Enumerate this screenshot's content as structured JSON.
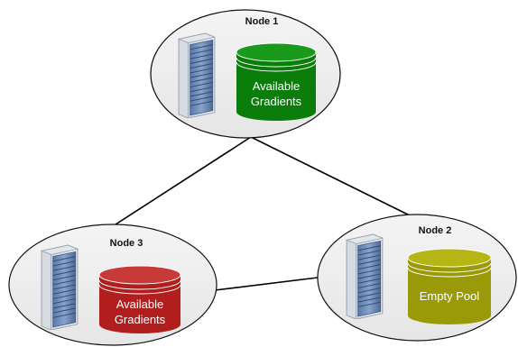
{
  "nodes": [
    {
      "id": "node1",
      "title": "Node 1",
      "pool_lines": [
        "Available",
        "Gradients"
      ],
      "pool_color": "#0b7d0b",
      "pool_rim_color": "#1a9a1a",
      "server_icon": "server-rack-icon"
    },
    {
      "id": "node2",
      "title": "Node 2",
      "pool_lines": [
        "Empty Pool"
      ],
      "pool_color": "#9a9a08",
      "pool_rim_color": "#b5b515",
      "server_icon": "server-rack-icon"
    },
    {
      "id": "node3",
      "title": "Node 3",
      "pool_lines": [
        "Available",
        "Gradients"
      ],
      "pool_color": "#b01e1e",
      "pool_rim_color": "#c83a3a",
      "server_icon": "server-rack-icon"
    }
  ],
  "connections": [
    {
      "from": "node1",
      "to": "node3"
    },
    {
      "from": "node1",
      "to": "node2"
    },
    {
      "from": "node3",
      "to": "node2"
    }
  ]
}
